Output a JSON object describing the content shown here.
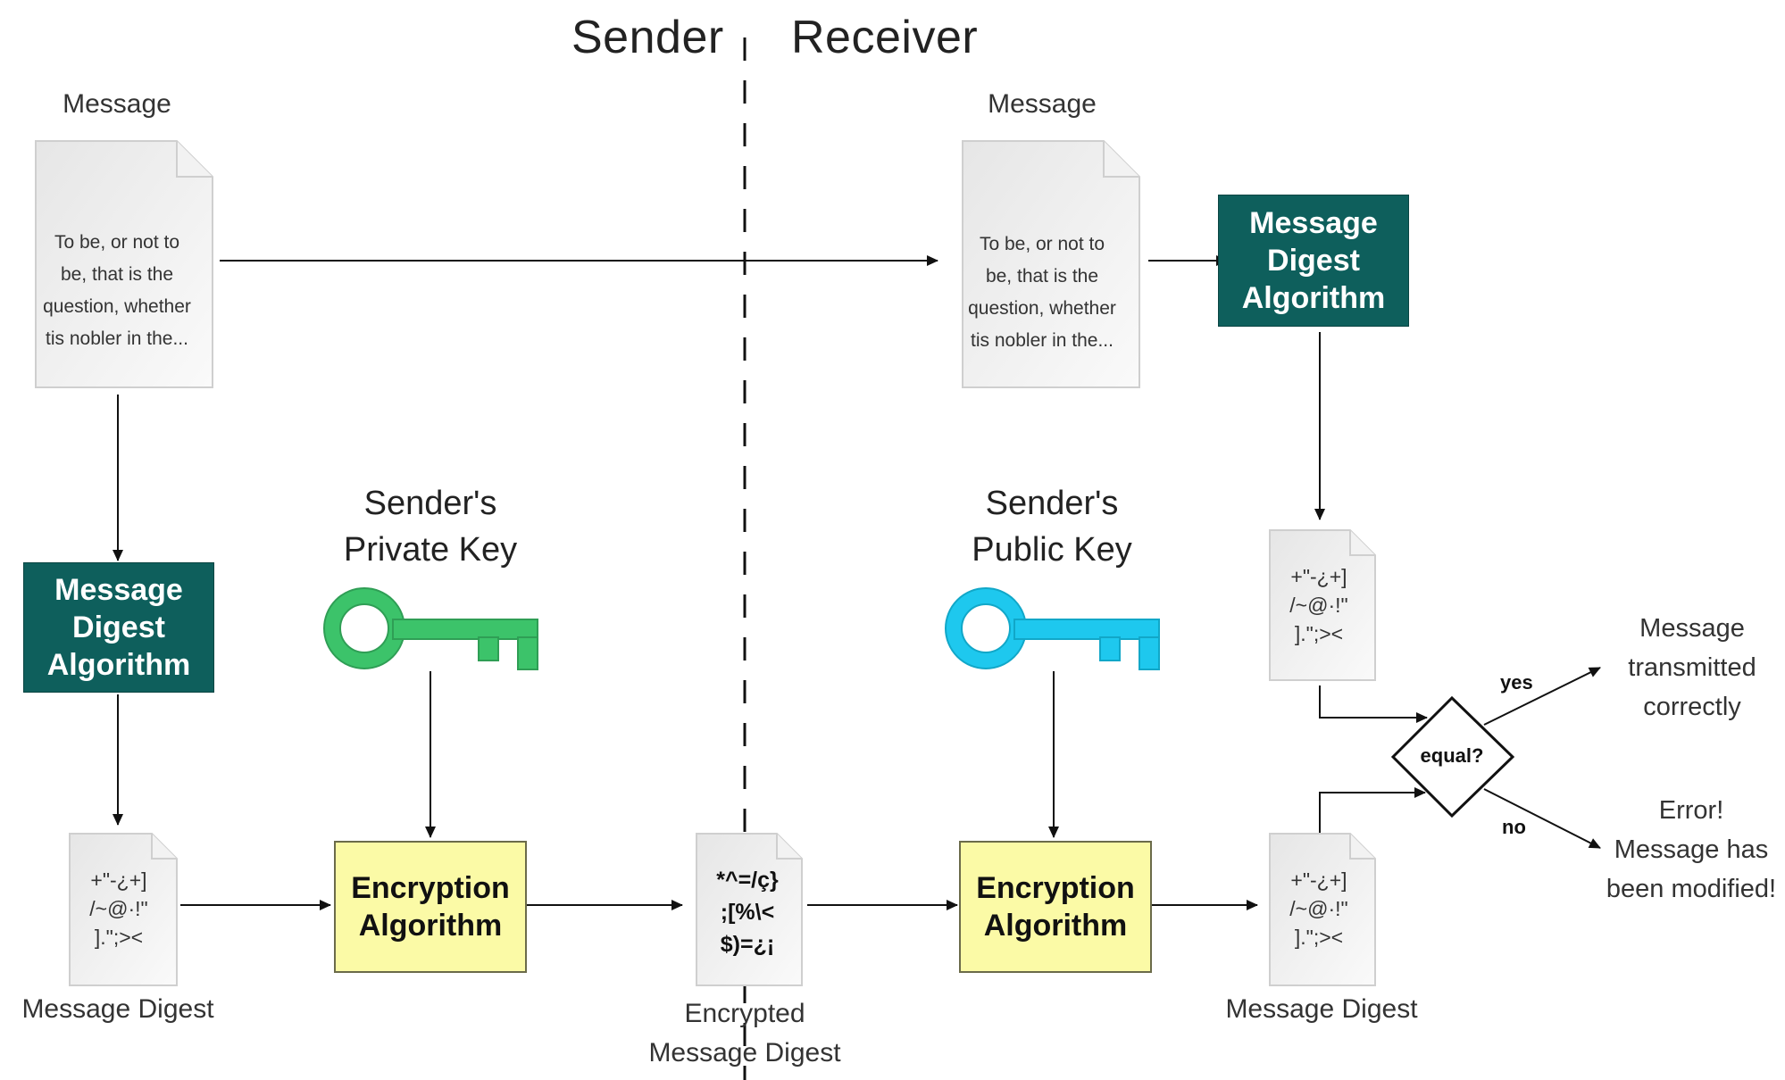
{
  "headers": {
    "sender": "Sender",
    "receiver": "Receiver"
  },
  "sender_side": {
    "message_label": "Message",
    "message_text": "To be, or not to\nbe, that is the\nquestion, whether\ntis nobler in the...",
    "mda_label": "Message\nDigest\nAlgorithm",
    "key_label": "Sender's\nPrivate Key",
    "key_color": "#3cc36a",
    "digest_text": "+\"-¿+]\n/~@·!\"\n].\";><",
    "digest_label": "Message Digest",
    "encryption_label": "Encryption\nAlgorithm"
  },
  "middle": {
    "encrypted_text": "*^=/ç}\n;[%\\<\n$)=¿¡",
    "encrypted_label": "Encrypted\nMessage Digest"
  },
  "receiver_side": {
    "message_label": "Message",
    "message_text": "To be, or not to\nbe, that is the\nquestion, whether\ntis nobler in the...",
    "mda_label": "Message\nDigest\nAlgorithm",
    "key_label": "Sender's\nPublic Key",
    "key_color": "#1ec8ee",
    "encryption_label": "Encryption\nAlgorithm",
    "digest_top_text": "+\"-¿+]\n/~@·!\"\n].\";><",
    "digest_bottom_text": "+\"-¿+]\n/~@·!\"\n].\";><",
    "digest_label": "Message Digest"
  },
  "decision": {
    "label": "equal?",
    "yes_label": "yes",
    "no_label": "no",
    "yes_result": "Message\ntransmitted\ncorrectly",
    "no_result": "Error!\nMessage has\nbeen modified!"
  },
  "colors": {
    "mda_fill": "#0e5f5c",
    "encryption_fill": "#fbfaa6"
  }
}
